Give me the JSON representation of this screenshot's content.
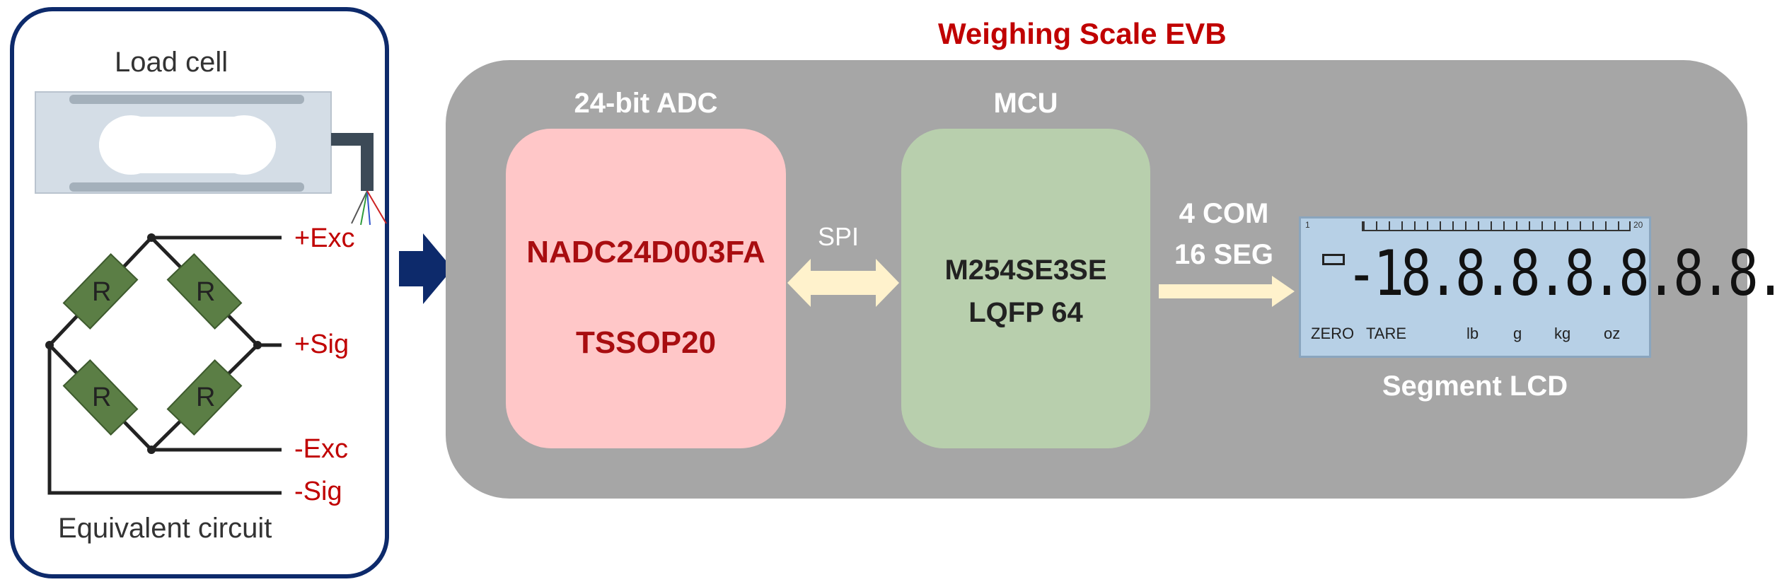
{
  "left_panel": {
    "load_cell_label": "Load cell",
    "circuit_label": "Equivalent circuit",
    "resistor_label": "R",
    "signals": [
      "+Exc",
      "+Sig",
      "-Exc",
      "-Sig"
    ]
  },
  "evb": {
    "title": "Weighing Scale EVB",
    "adc": {
      "heading": "24-bit ADC",
      "part": "NADC24D003FA",
      "package": "TSSOP20"
    },
    "spi_label": "SPI",
    "mcu": {
      "heading": "MCU",
      "part": "M254SE3SE",
      "package": "LQFP 64"
    },
    "lcd_link": {
      "line1": "4 COM",
      "line2": "16 SEG"
    },
    "lcd": {
      "label": "Segment LCD",
      "digits": "-18.8.8.8.8.8.8.",
      "annunciators": [
        "ZERO",
        "TARE",
        "lb",
        "g",
        "kg",
        "oz"
      ],
      "scale_start": "1",
      "scale_end": "20"
    }
  },
  "colors": {
    "panel_border": "#0d2a6b",
    "signal_text": "#c00000",
    "evb_bg": "#a6a6a6",
    "adc_bg": "#ffc7c8",
    "mcu_bg": "#b8cfad",
    "arrow": "#fff2cc",
    "resistor": "#5b7e45"
  }
}
